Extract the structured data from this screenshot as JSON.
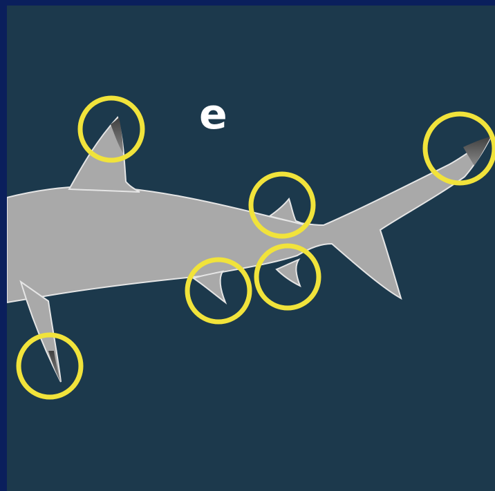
{
  "panel": {
    "label": "e"
  },
  "colors": {
    "outer_background": "#0a1f5c",
    "panel_background": "#1c394c",
    "shark_body": "#a9a9a9",
    "shark_outline": "#e6e6e6",
    "fin_tip_shading": "#4a4a4a",
    "highlight_ring": "#f1e33b",
    "label_text": "#ffffff"
  },
  "highlights": [
    {
      "name": "first-dorsal-fin-ring"
    },
    {
      "name": "second-dorsal-fin-ring"
    },
    {
      "name": "upper-caudal-lobe-ring"
    },
    {
      "name": "pelvic-fin-ring"
    },
    {
      "name": "anal-fin-ring"
    },
    {
      "name": "pectoral-fin-ring"
    }
  ]
}
